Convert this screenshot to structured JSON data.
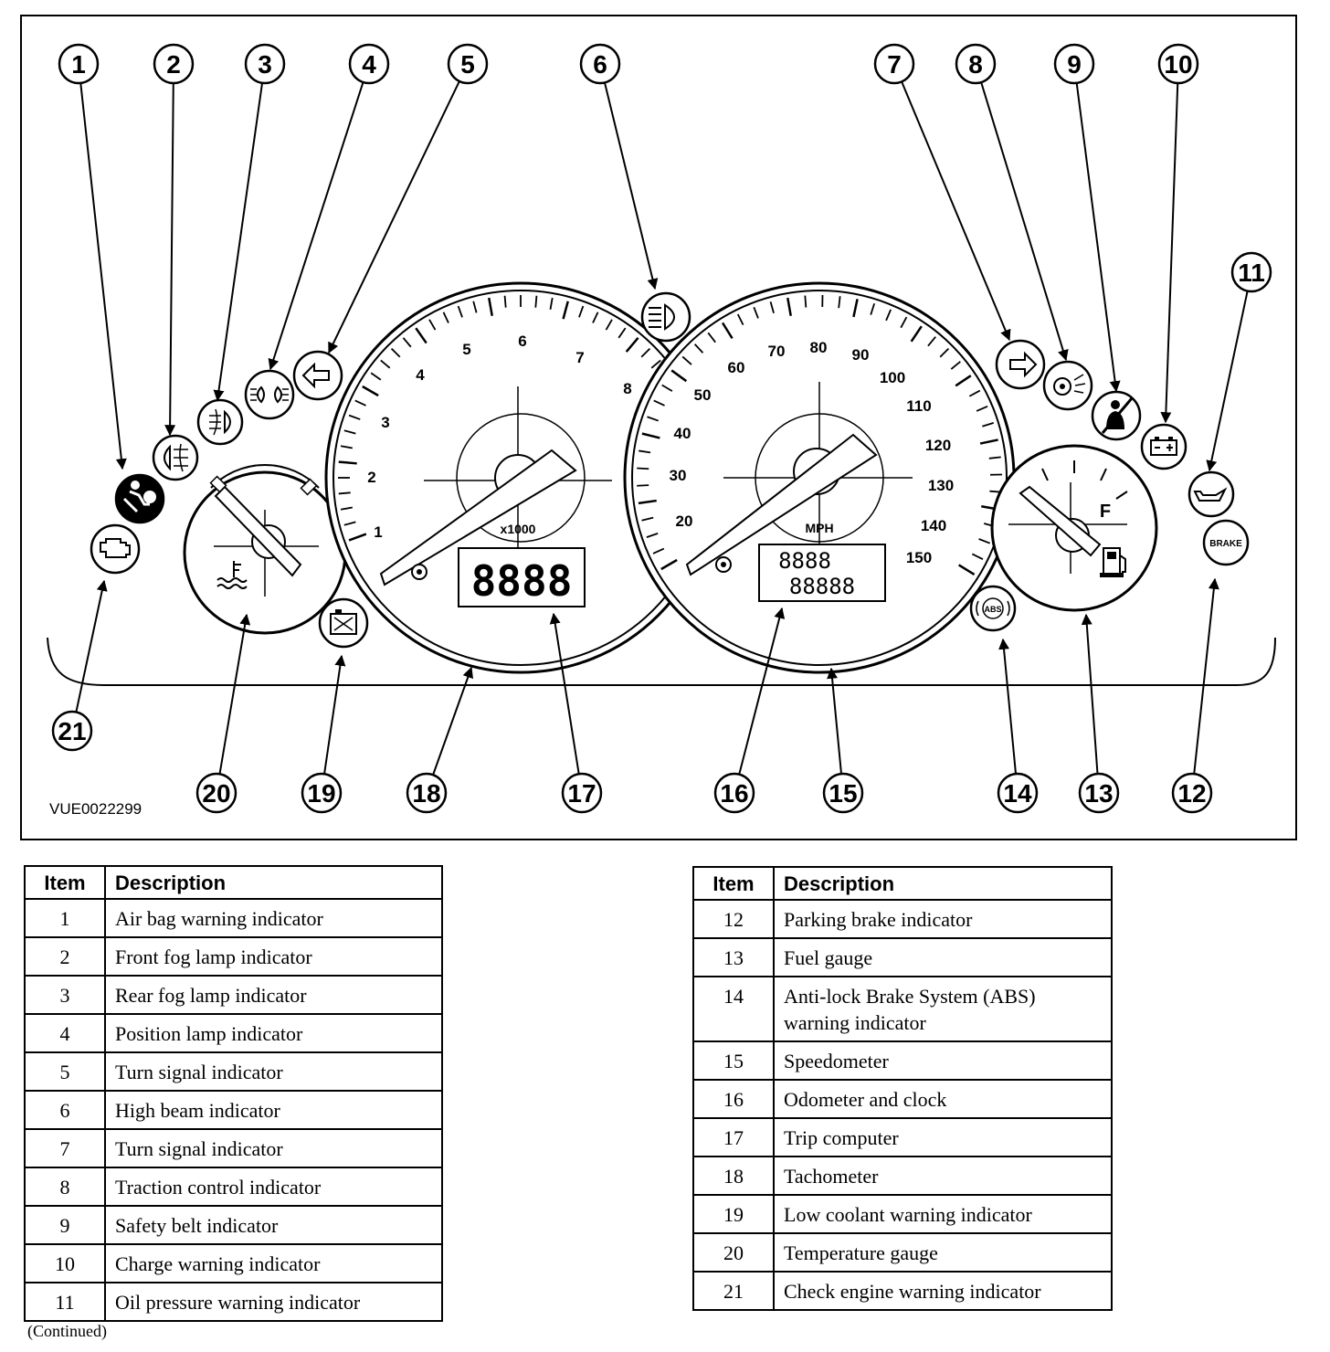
{
  "diagram": {
    "figure_code": "VUE0022299",
    "callouts": [
      "1",
      "2",
      "3",
      "4",
      "5",
      "6",
      "7",
      "8",
      "9",
      "10",
      "11",
      "12",
      "13",
      "14",
      "15",
      "16",
      "17",
      "18",
      "19",
      "20",
      "21"
    ],
    "tachometer": {
      "scale_labels": [
        "1",
        "2",
        "3",
        "4",
        "5",
        "6",
        "7",
        "8"
      ],
      "multiplier_label": "x1000",
      "display_text": "8888"
    },
    "speedometer": {
      "scale_labels": [
        "20",
        "30",
        "40",
        "50",
        "60",
        "70",
        "80",
        "90",
        "100",
        "110",
        "120",
        "130",
        "140",
        "150"
      ],
      "unit_label": "MPH",
      "odometer_line1": "8888",
      "odometer_line2": "88888"
    },
    "fuel_gauge": {
      "full_label": "F"
    },
    "brake_indicator_label": "BRAKE",
    "abs_indicator_label": "ABS",
    "icons": [
      "check-engine-icon",
      "airbag-icon",
      "front-fog-lamp-icon",
      "rear-fog-lamp-icon",
      "position-lamp-icon",
      "turn-left-icon",
      "high-beam-icon",
      "turn-right-icon",
      "traction-control-icon",
      "safety-belt-icon",
      "battery-icon",
      "oil-pressure-icon",
      "brake-icon",
      "abs-icon",
      "low-coolant-icon",
      "temperature-icon",
      "fuel-pump-icon"
    ]
  },
  "legend_left": {
    "header_item": "Item",
    "header_description": "Description",
    "rows": [
      {
        "item": "1",
        "description": "Air bag warning indicator"
      },
      {
        "item": "2",
        "description": "Front fog lamp indicator"
      },
      {
        "item": "3",
        "description": "Rear fog lamp indicator"
      },
      {
        "item": "4",
        "description": "Position lamp indicator"
      },
      {
        "item": "5",
        "description": "Turn signal indicator"
      },
      {
        "item": "6",
        "description": "High beam indicator"
      },
      {
        "item": "7",
        "description": "Turn signal indicator"
      },
      {
        "item": "8",
        "description": "Traction control indicator"
      },
      {
        "item": "9",
        "description": "Safety belt indicator"
      },
      {
        "item": "10",
        "description": "Charge warning indicator"
      },
      {
        "item": "11",
        "description": "Oil pressure warning indicator"
      }
    ]
  },
  "legend_right": {
    "header_item": "Item",
    "header_description": "Description",
    "rows": [
      {
        "item": "12",
        "description": "Parking brake indicator"
      },
      {
        "item": "13",
        "description": "Fuel gauge"
      },
      {
        "item": "14",
        "description": "Anti-lock Brake System (ABS) warning indicator"
      },
      {
        "item": "15",
        "description": "Speedometer"
      },
      {
        "item": "16",
        "description": "Odometer and clock"
      },
      {
        "item": "17",
        "description": "Trip computer"
      },
      {
        "item": "18",
        "description": "Tachometer"
      },
      {
        "item": "19",
        "description": "Low coolant warning indicator"
      },
      {
        "item": "20",
        "description": "Temperature gauge"
      },
      {
        "item": "21",
        "description": "Check engine warning indicator"
      }
    ]
  },
  "continued_note": "(Continued)"
}
